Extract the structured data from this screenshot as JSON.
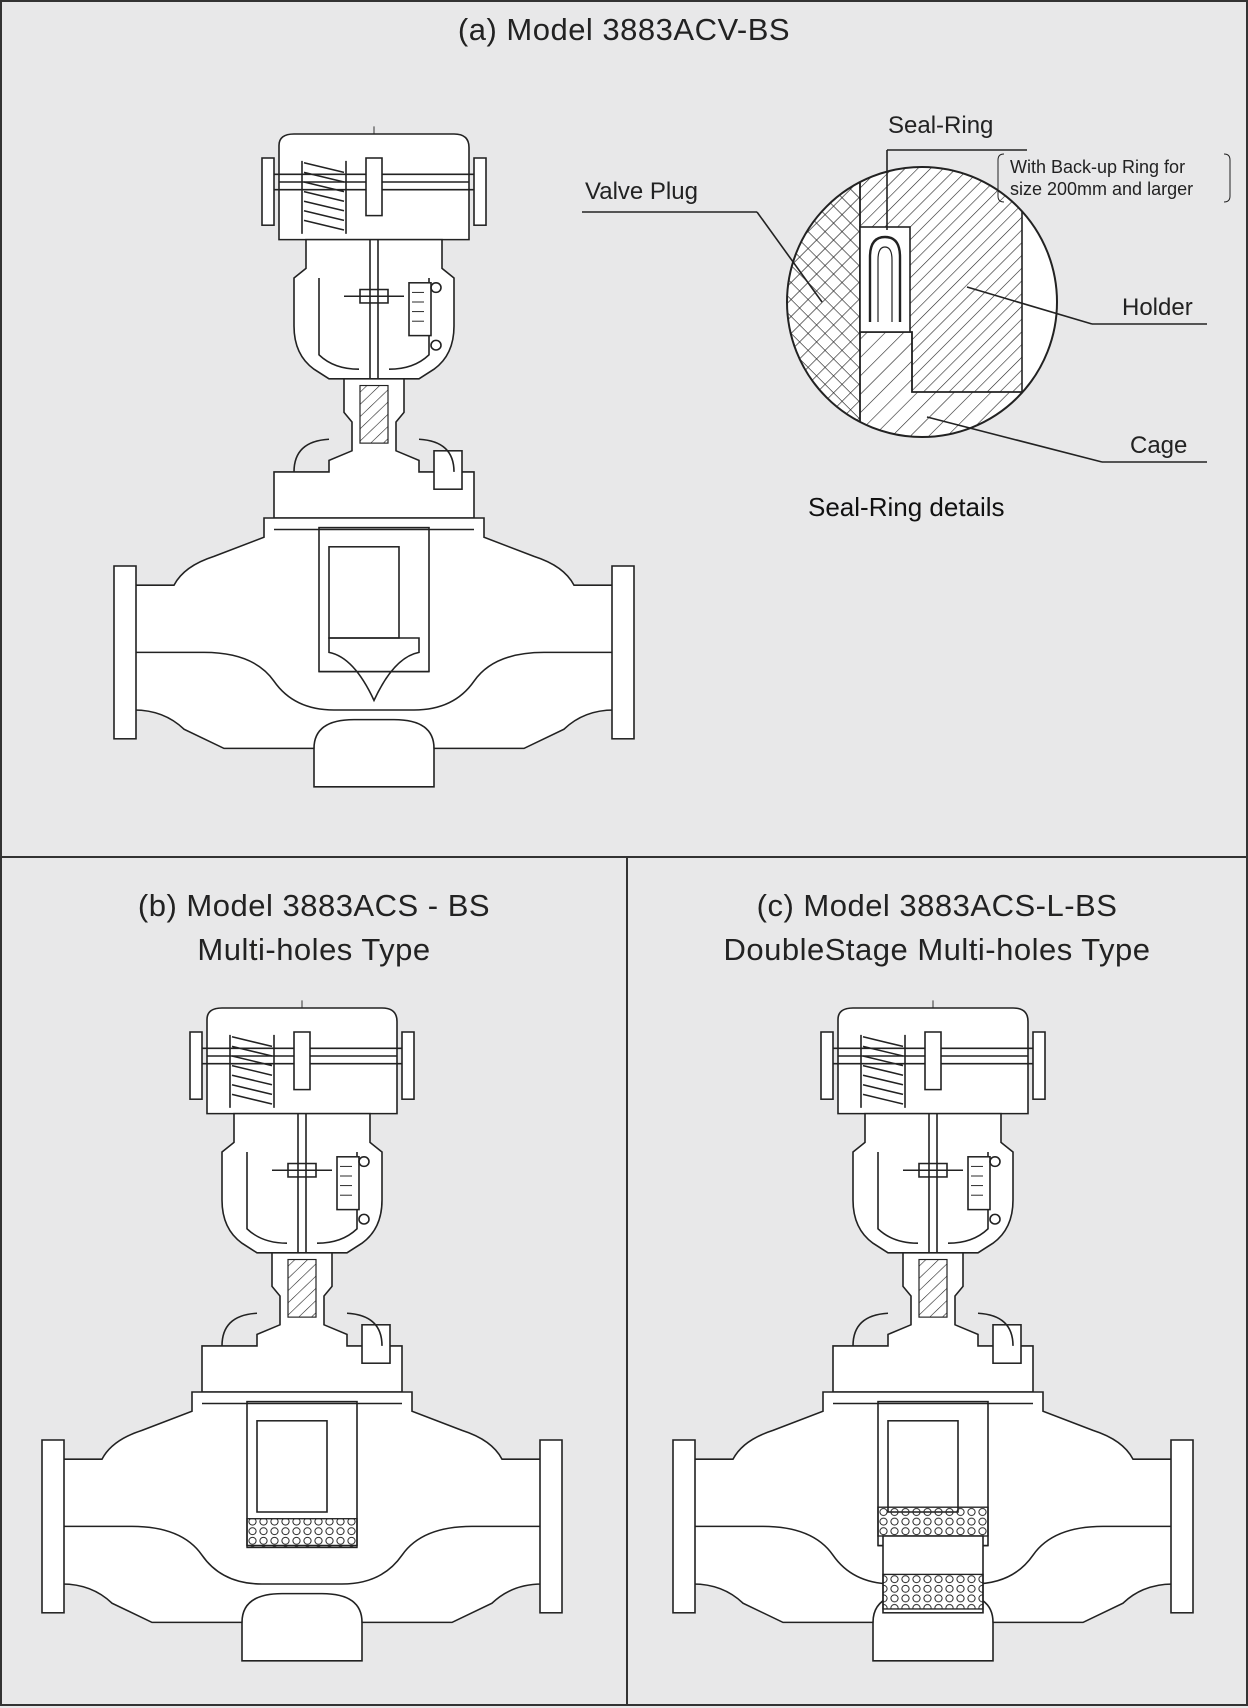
{
  "panels": {
    "a": {
      "title": "(a) Model 3883ACV-BS",
      "detail": {
        "label_seal_ring": "Seal-Ring",
        "note_line1": "With Back-up Ring for",
        "note_line2": "size 200mm and larger",
        "label_valve_plug": "Valve Plug",
        "label_holder": "Holder",
        "label_cage": "Cage",
        "caption": "Seal-Ring details"
      }
    },
    "b": {
      "title_line1": "(b) Model 3883ACS - BS",
      "title_line2": "Multi-holes  Type"
    },
    "c": {
      "title_line1": "(c) Model 3883ACS-L-BS",
      "title_line2": "DoubleStage Multi-holes Type"
    }
  },
  "colors": {
    "background": "#e8e8e9",
    "line": "#222222"
  }
}
